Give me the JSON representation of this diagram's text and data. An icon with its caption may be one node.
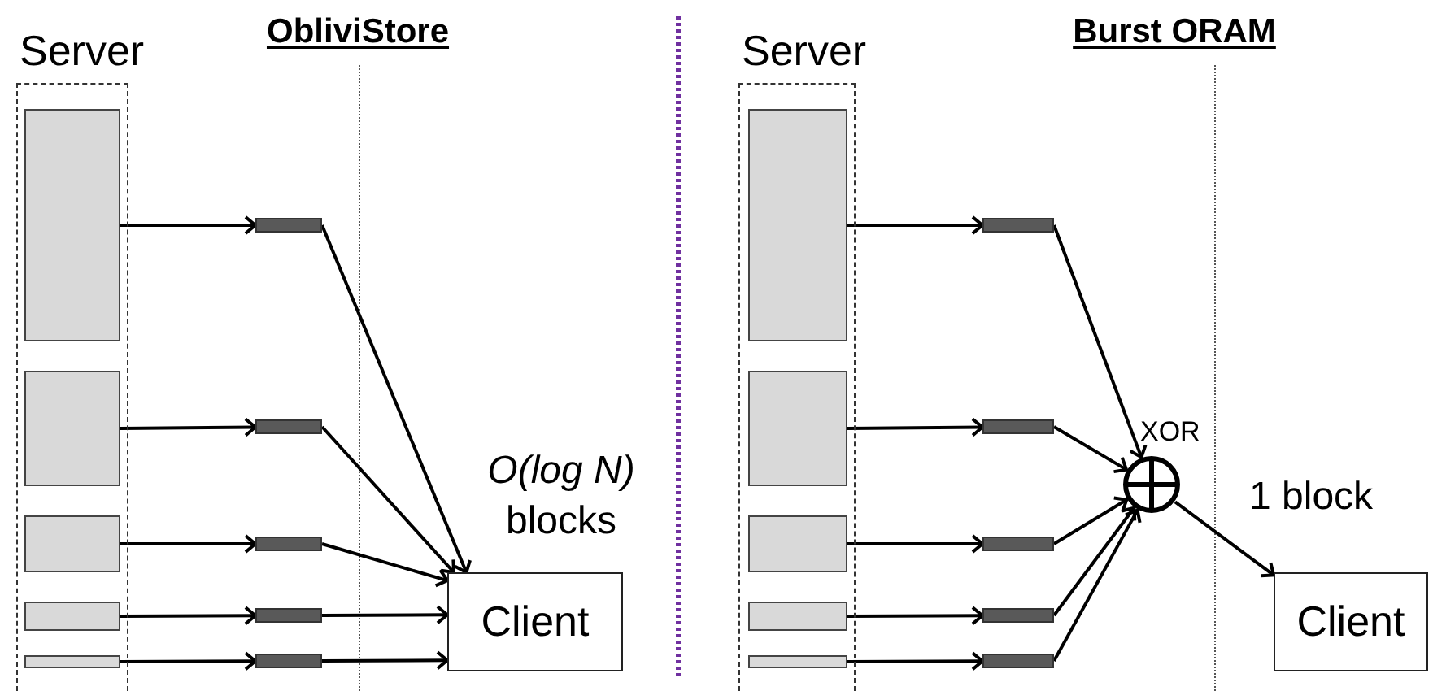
{
  "diagram": {
    "nodes": [
      {
        "text": [
          "Server"
        ]
      },
      {
        "text": [],
        "shape": "box",
        "in": 0
      },
      {
        "text": [],
        "shape": "box",
        "in": 0
      },
      {
        "text": [],
        "shape": "box",
        "in": 0
      },
      {
        "text": [],
        "shape": "box",
        "in": 0
      },
      {
        "text": [],
        "shape": "box",
        "in": 0
      },
      {
        "text": [],
        "shape": "bar"
      },
      {
        "text": [],
        "shape": "bar"
      },
      {
        "text": [],
        "shape": "bar"
      },
      {
        "text": [],
        "shape": "bar"
      },
      {
        "text": [],
        "shape": "bar"
      },
      {
        "text": [
          "Client"
        ]
      },
      {
        "text": [
          "Server"
        ]
      },
      {
        "text": [],
        "shape": "box",
        "in": 12
      },
      {
        "text": [],
        "shape": "box",
        "in": 12
      },
      {
        "text": [],
        "shape": "box",
        "in": 12
      },
      {
        "text": [],
        "shape": "box",
        "in": 12
      },
      {
        "text": [],
        "shape": "box",
        "in": 12
      },
      {
        "text": [],
        "shape": "bar"
      },
      {
        "text": [],
        "shape": "bar"
      },
      {
        "text": [],
        "shape": "bar"
      },
      {
        "text": [],
        "shape": "bar"
      },
      {
        "text": [],
        "shape": "bar"
      },
      {
        "text": [],
        "shape": "circle",
        "beside": [
          "XOR"
        ]
      },
      {
        "text": [
          "Client"
        ]
      }
    ],
    "edges": [
      {
        "from": 1,
        "to": 6,
        "arrow": "to"
      },
      {
        "from": 2,
        "to": 7,
        "arrow": "to"
      },
      {
        "from": 3,
        "to": 8,
        "arrow": "to"
      },
      {
        "from": 4,
        "to": 9,
        "arrow": "to"
      },
      {
        "from": 5,
        "to": 10,
        "arrow": "to"
      },
      {
        "from": 6,
        "to": 11,
        "arrow": "to"
      },
      {
        "from": 7,
        "to": 11,
        "arrow": "to"
      },
      {
        "from": 8,
        "to": 11,
        "arrow": "to"
      },
      {
        "from": 9,
        "to": 11,
        "arrow": "to"
      },
      {
        "from": 10,
        "to": 11,
        "arrow": "to"
      },
      {
        "from": 13,
        "to": 18,
        "arrow": "to"
      },
      {
        "from": 14,
        "to": 19,
        "arrow": "to"
      },
      {
        "from": 15,
        "to": 20,
        "arrow": "to"
      },
      {
        "from": 16,
        "to": 21,
        "arrow": "to"
      },
      {
        "from": 17,
        "to": 22,
        "arrow": "to"
      },
      {
        "from": 18,
        "to": 23,
        "arrow": "to"
      },
      {
        "from": 19,
        "to": 23,
        "arrow": "to"
      },
      {
        "from": 20,
        "to": 23,
        "arrow": "to"
      },
      {
        "from": 21,
        "to": 23,
        "arrow": "to"
      },
      {
        "from": 22,
        "to": 23,
        "arrow": "to"
      },
      {
        "from": 23,
        "to": 24,
        "arrow": "to",
        "label": "1 block"
      }
    ],
    "labels": [
      "ObliviStore",
      "*O(log N)* blocks",
      "Burst ORAM"
    ]
  }
}
